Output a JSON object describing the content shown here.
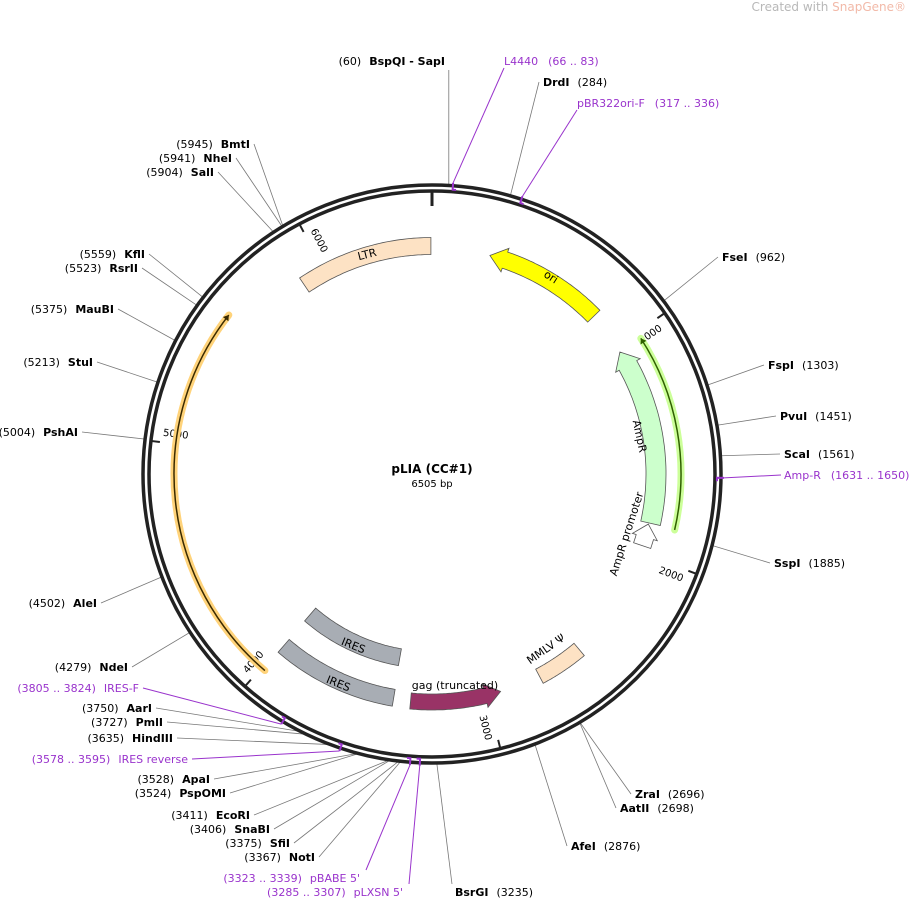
{
  "watermark": {
    "prefix": "Created with ",
    "brand": "SnapGene®"
  },
  "plasmid": {
    "name": "pLIA (CC#1)",
    "length_label": "6505 bp",
    "length": 6505
  },
  "ticks": [
    "1000",
    "2000",
    "3000",
    "4000",
    "5000",
    "6000"
  ],
  "features": [
    {
      "name": "LTR",
      "start": 5890,
      "end": 6500,
      "direction": "none",
      "color": "#fde2c4"
    },
    {
      "name": "ori",
      "start": 268,
      "end": 826,
      "direction": "reverse",
      "color": "#ffff00"
    },
    {
      "name": "AmpR",
      "start": 1030,
      "end": 1856,
      "direction": "reverse",
      "color": "#ccffcc"
    },
    {
      "name": "AmpR promoter",
      "start": 1862,
      "end": 1966,
      "direction": "reverse",
      "color": "#ffffff"
    },
    {
      "name": "MMLV Ψ",
      "start": 2530,
      "end": 2747,
      "direction": "none",
      "color": "#fde2c4"
    },
    {
      "name": "gag (truncated)",
      "start": 2936,
      "end": 3350,
      "direction": "reverse",
      "color": "#993366"
    },
    {
      "name": "IRES",
      "start": 3428,
      "end": 3990,
      "direction": "none",
      "color": "#a8adb4"
    },
    {
      "name": "IRES",
      "start": 3432,
      "end": 3992,
      "direction": "none",
      "color": "#a8adb4"
    }
  ],
  "orfs": [
    {
      "start": 3982,
      "end": 5566,
      "direction": "forward",
      "color": "#ffd37a"
    },
    {
      "start": 1030,
      "end": 1861,
      "direction": "reverse",
      "color": "#ccff99"
    }
  ],
  "sites": [
    {
      "name": "BspQI  - SapI",
      "pos": 60,
      "num": "(60)"
    },
    {
      "name": "DrdI",
      "pos": 284,
      "num": "(284)"
    },
    {
      "name": "FseI",
      "pos": 962,
      "num": "(962)"
    },
    {
      "name": "FspI",
      "pos": 1303,
      "num": "(1303)"
    },
    {
      "name": "PvuI",
      "pos": 1451,
      "num": "(1451)"
    },
    {
      "name": "ScaI",
      "pos": 1561,
      "num": "(1561)"
    },
    {
      "name": "SspI",
      "pos": 1885,
      "num": "(1885)"
    },
    {
      "name": "ZraI",
      "pos": 2696,
      "num": "(2696)"
    },
    {
      "name": "AatII",
      "pos": 2698,
      "num": "(2698)"
    },
    {
      "name": "AfeI",
      "pos": 2876,
      "num": "(2876)"
    },
    {
      "name": "BsrGI",
      "pos": 3235,
      "num": "(3235)"
    },
    {
      "name": "NotI",
      "pos": 3367,
      "num": "(3367)"
    },
    {
      "name": "SfiI",
      "pos": 3375,
      "num": "(3375)"
    },
    {
      "name": "SnaBI",
      "pos": 3406,
      "num": "(3406)"
    },
    {
      "name": "EcoRI",
      "pos": 3411,
      "num": "(3411)"
    },
    {
      "name": "PspOMI",
      "pos": 3524,
      "num": "(3524)"
    },
    {
      "name": "ApaI",
      "pos": 3528,
      "num": "(3528)"
    },
    {
      "name": "HindIII",
      "pos": 3635,
      "num": "(3635)"
    },
    {
      "name": "PmlI",
      "pos": 3727,
      "num": "(3727)"
    },
    {
      "name": "AarI",
      "pos": 3750,
      "num": "(3750)"
    },
    {
      "name": "NdeI",
      "pos": 4279,
      "num": "(4279)"
    },
    {
      "name": "AleI",
      "pos": 4502,
      "num": "(4502)"
    },
    {
      "name": "PshAI",
      "pos": 5004,
      "num": "(5004)"
    },
    {
      "name": "StuI",
      "pos": 5213,
      "num": "(5213)"
    },
    {
      "name": "MauBI",
      "pos": 5375,
      "num": "(5375)"
    },
    {
      "name": "RsrII",
      "pos": 5523,
      "num": "(5523)"
    },
    {
      "name": "KflI",
      "pos": 5559,
      "num": "(5559)"
    },
    {
      "name": "SalI",
      "pos": 5904,
      "num": "(5904)"
    },
    {
      "name": "NheI",
      "pos": 5941,
      "num": "(5941)"
    },
    {
      "name": "BmtI",
      "pos": 5945,
      "num": "(5945)"
    }
  ],
  "primers": [
    {
      "name": "L4440",
      "range": "(66 .. 83)",
      "pos": 75
    },
    {
      "name": "pBR322ori-F",
      "range": "(317 .. 336)",
      "pos": 326
    },
    {
      "name": "Amp-R",
      "range": "(1631 .. 1650)",
      "pos": 1640
    },
    {
      "name": "pLXSN 5'",
      "range": "(3285 .. 3307)",
      "pos": 3296
    },
    {
      "name": "pBABE 5'",
      "range": "(3323 .. 3339)",
      "pos": 3331
    },
    {
      "name": "IRES reverse",
      "range": "(3578 .. 3595)",
      "pos": 3586
    },
    {
      "name": "IRES-F",
      "range": "(3805 .. 3824)",
      "pos": 3814
    }
  ]
}
